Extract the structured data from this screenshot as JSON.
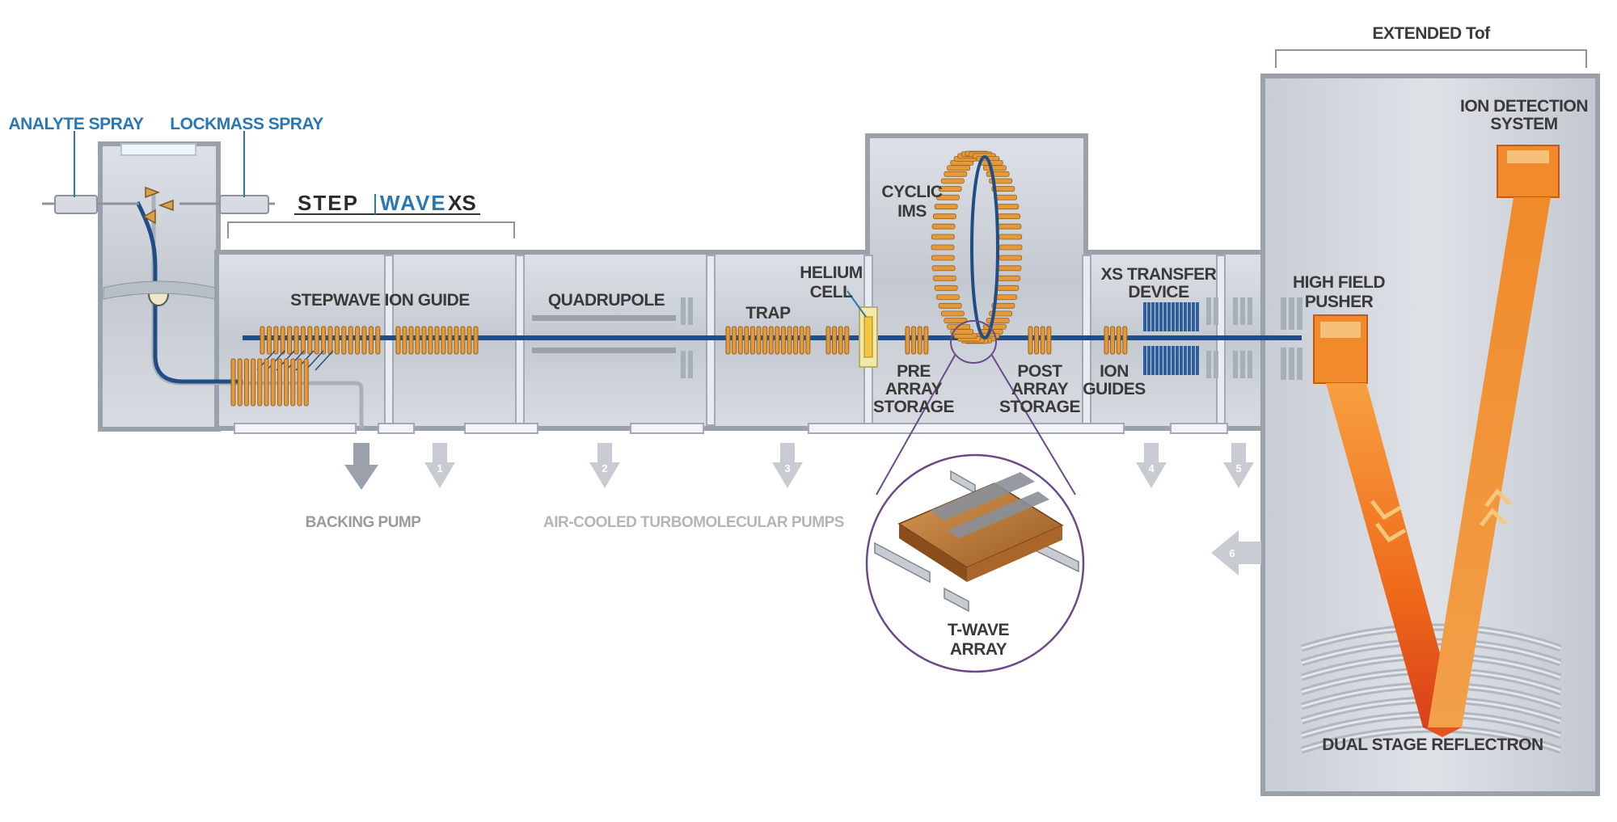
{
  "labels": {
    "analyte_spray": "ANALYTE SPRAY",
    "lockmass_spray": "LOCKMASS SPRAY",
    "logo_step": "STEP",
    "logo_wave": "WAVE",
    "logo_xs": "XS",
    "stepwave_ion_guide": "STEPWAVE ION GUIDE",
    "quadrupole": "QUADRUPOLE",
    "trap": "TRAP",
    "helium_cell": [
      "HELIUM",
      "CELL"
    ],
    "cyclic_ims": [
      "CYCLIC",
      "IMS"
    ],
    "pre_array_storage": [
      "PRE",
      "ARRAY",
      "STORAGE"
    ],
    "post_array_storage": [
      "POST",
      "ARRAY",
      "STORAGE"
    ],
    "xs_transfer_device": [
      "XS TRANSFER",
      "DEVICE"
    ],
    "ion_guides": [
      "ION",
      "GUIDES"
    ],
    "high_field_pusher": [
      "HIGH FIELD",
      "PUSHER"
    ],
    "extended_tof": "EXTENDED Tof",
    "ion_detection_system": [
      "ION DETECTION",
      "SYSTEM"
    ],
    "dual_stage_reflectron": "DUAL STAGE REFLECTRON",
    "t_wave_array": [
      "T-WAVE",
      "ARRAY"
    ],
    "backing_pump": "BACKING PUMP",
    "turbo_pumps": "AIR-COOLED TURBOMOLECULAR PUMPS"
  },
  "pump_numbers": [
    "1",
    "2",
    "3",
    "4",
    "5",
    "6"
  ],
  "colors": {
    "chamber": "#c9ced6",
    "chamber_edge": "#9aa1ab",
    "ion_path": "#1f4e86",
    "electrode": "#e29a3a",
    "xs_device": "#2d5f9e",
    "beam": "#ef7a1f",
    "label_blue": "#2a77b4",
    "magnifier": "#6b4a8a"
  }
}
